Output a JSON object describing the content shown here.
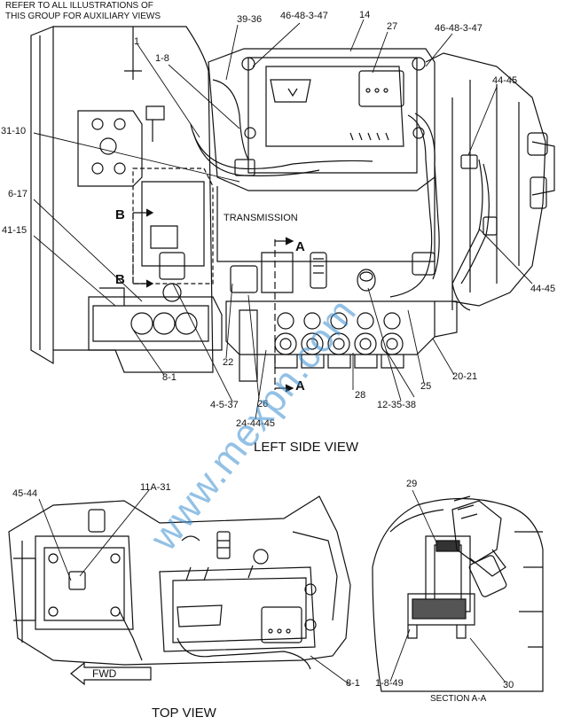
{
  "header": {
    "line1": "REFER TO ALL ILLUSTRATIONS OF",
    "line2": "THIS GROUP FOR AUXILIARY VIEWS"
  },
  "view_titles": {
    "left_side": "LEFT SIDE VIEW",
    "top": "TOP VIEW",
    "section": "SECTION A-A"
  },
  "labels": {
    "transmission": "TRANSMISSION",
    "fwd": "FWD"
  },
  "section_marks": {
    "a": "A",
    "b": "B"
  },
  "watermark": "www.mexpn.com",
  "callouts": {
    "c39_36": "39-36",
    "c46_top_left": "46-48-3-47",
    "c14": "14",
    "c27": "27",
    "c46_top_right": "46-48-3-47",
    "c1": "1",
    "c1_8": "1-8",
    "c44_45_top": "44-45",
    "c31_10": "31-10",
    "c6_17": "6-17",
    "c41_15": "41-15",
    "c44_45_right": "44-45",
    "c8_1_left": "8-1",
    "c22": "22",
    "c26": "26",
    "c28": "28",
    "c12_35_38": "12-35-38",
    "c25": "25",
    "c20_21": "20-21",
    "c4_5_37": "4-5-37",
    "c24_44_45": "24-44-45",
    "c45_44": "45-44",
    "c11a_31": "11A-31",
    "c8_1_bottom": "8-1",
    "c29": "29",
    "c1_8_49": "1-8-49",
    "c30": "30"
  }
}
